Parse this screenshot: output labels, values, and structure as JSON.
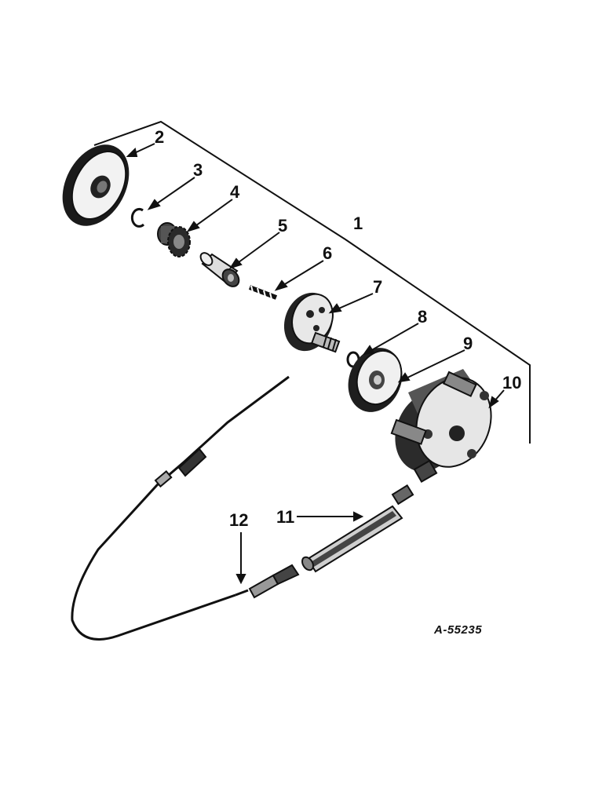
{
  "diagram": {
    "reference_code": "A-55235",
    "callouts": {
      "c1": "1",
      "c2": "2",
      "c3": "3",
      "c4": "4",
      "c5": "5",
      "c6": "6",
      "c7": "7",
      "c8": "8",
      "c9": "9",
      "c10": "10",
      "c11": "11",
      "c12": "12"
    },
    "colors": {
      "ink": "#111111",
      "paper": "#ffffff",
      "shade": "#3a3a3a"
    }
  }
}
